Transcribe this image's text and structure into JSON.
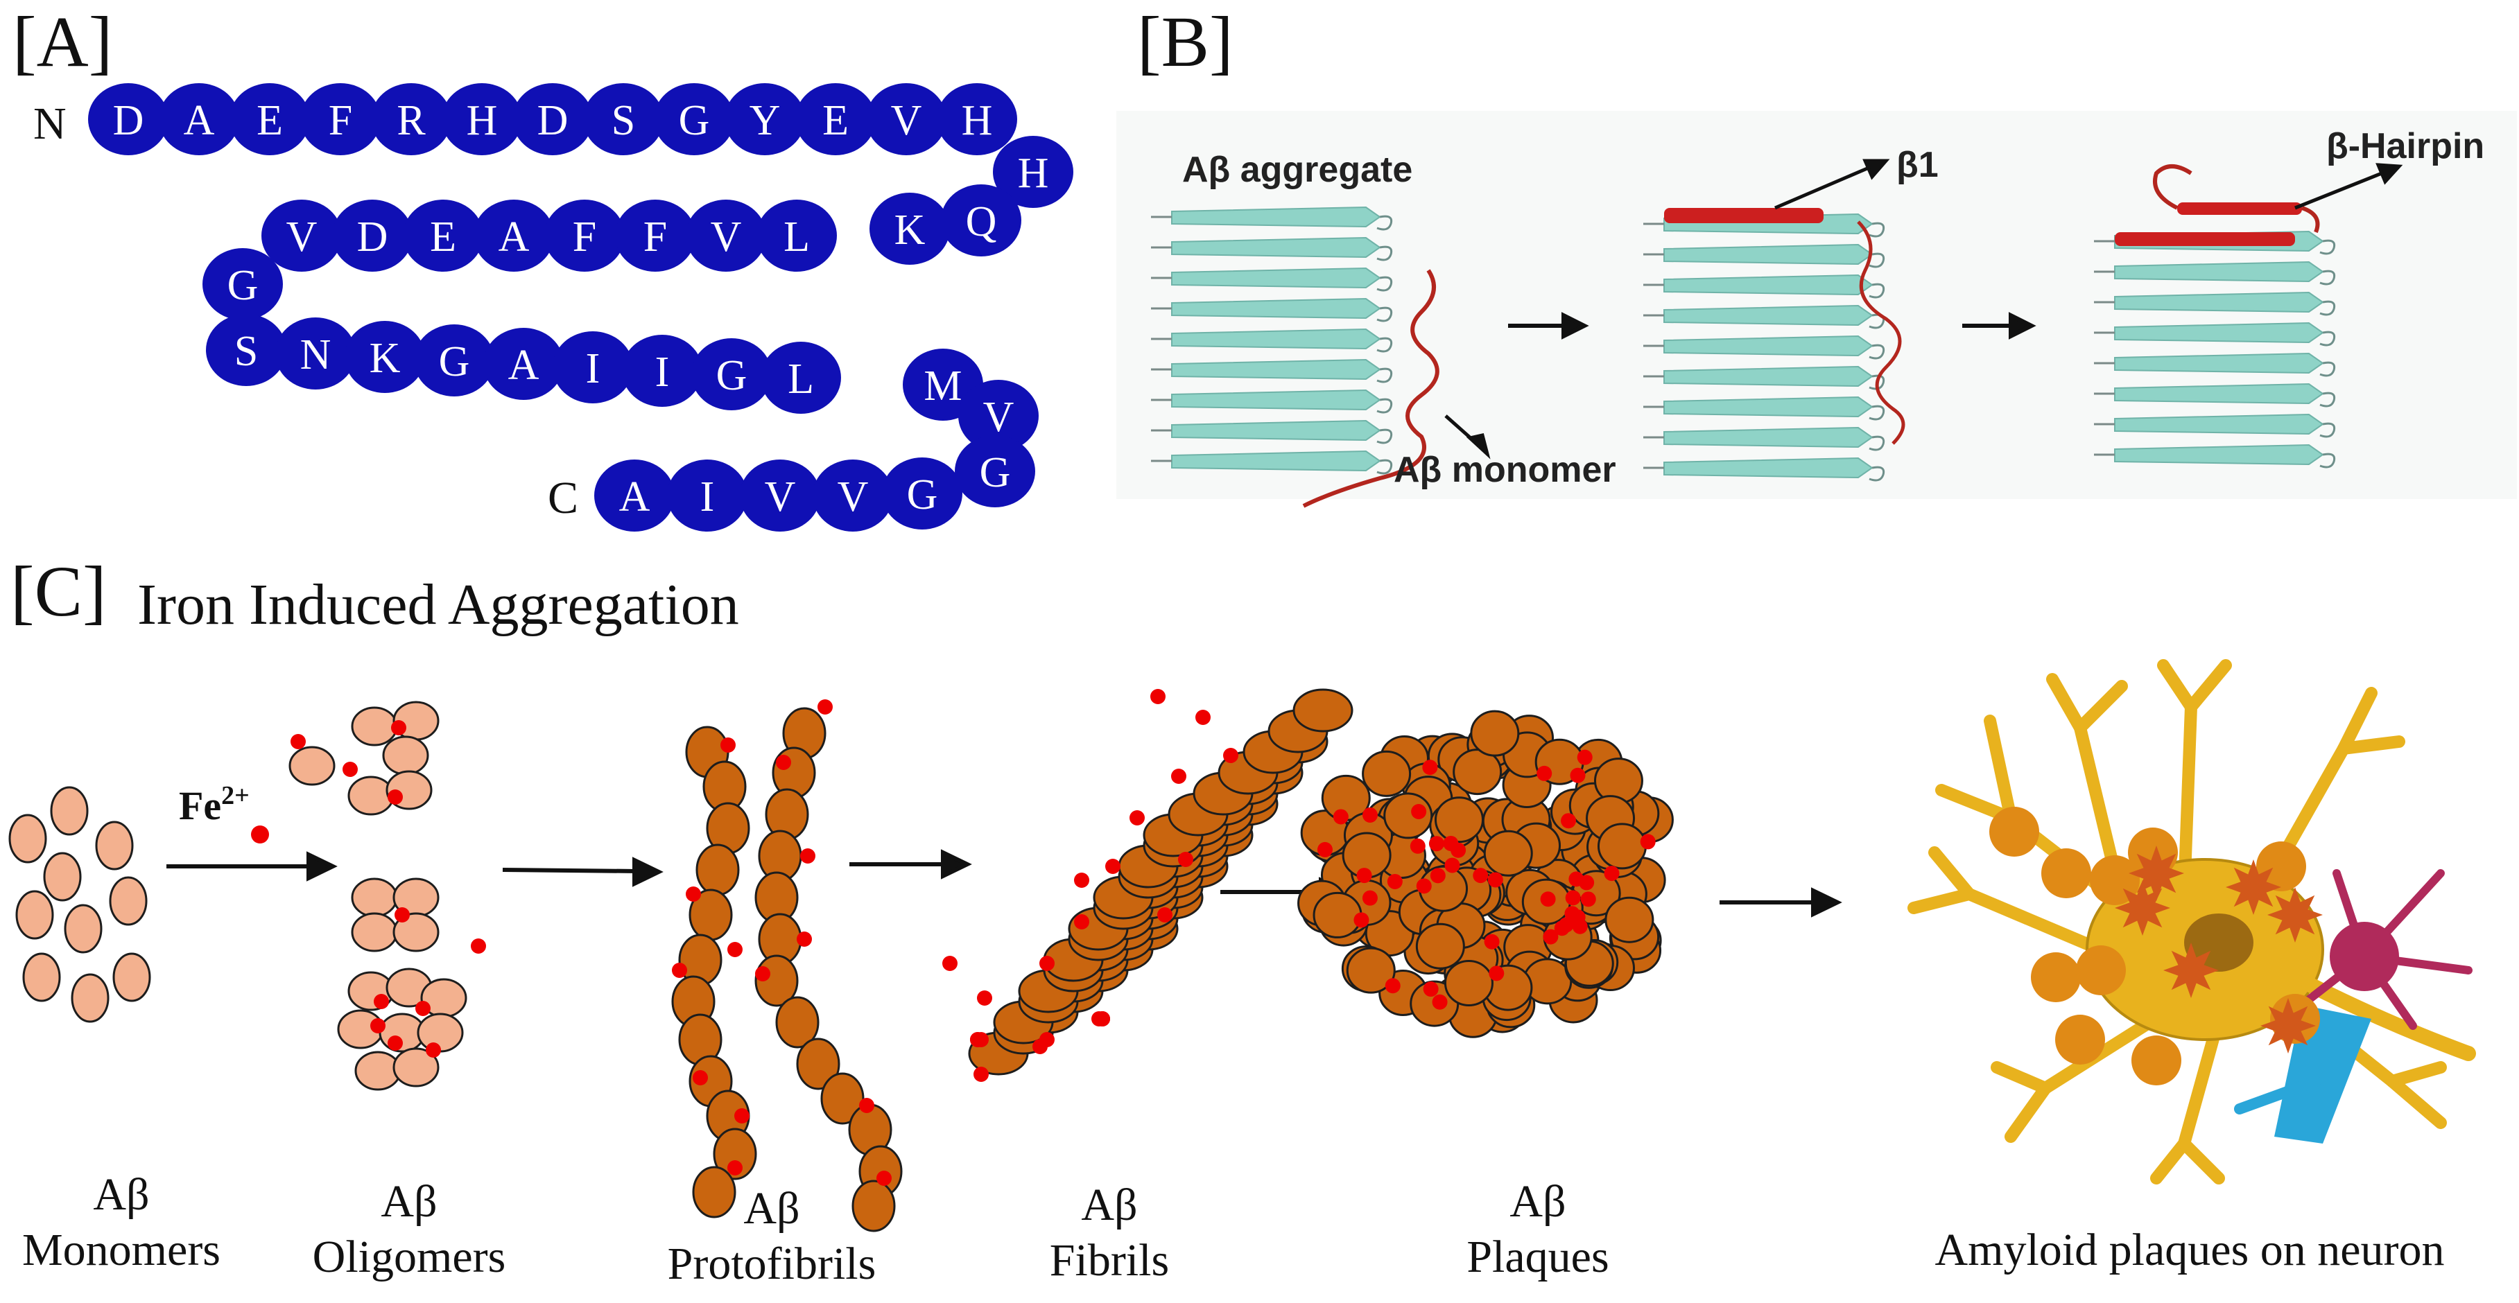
{
  "panels": {
    "a": {
      "label": "[A]",
      "n_terminus": "N",
      "c_terminus": "C",
      "sequence_rows": [
        [
          "D",
          "A",
          "E",
          "F",
          "R",
          "H",
          "D",
          "S",
          "G",
          "Y",
          "E",
          "V",
          "H"
        ],
        [
          "H"
        ],
        [
          "V",
          "D",
          "E",
          "A",
          "F",
          "F",
          "V",
          "L",
          "K",
          "Q"
        ],
        [
          "G"
        ],
        [
          "S",
          "N",
          "K",
          "G",
          "A",
          "I",
          "I",
          "G",
          "L",
          "M"
        ],
        [
          "V"
        ],
        [
          "A",
          "I",
          "V",
          "V",
          "G",
          "G"
        ]
      ],
      "bead_color": "#1010b4"
    },
    "b": {
      "label": "[B]",
      "aggregate_label": "Aβ aggregate",
      "beta1_label": "β1",
      "hairpin_label": "β-Hairpin",
      "monomer_label": "Aβ monomer",
      "strand_color": "#8fd3c7",
      "highlight_color": "#cc1f1f"
    },
    "c": {
      "label": "[C]",
      "title": "Iron Induced Aggregation",
      "fe_label_base": "Fe",
      "fe_label_sup": "2+",
      "stages": [
        {
          "line1": "Aβ",
          "line2": "Monomers"
        },
        {
          "line1": "Aβ",
          "line2": "Oligomers"
        },
        {
          "line1": "Aβ",
          "line2": "Protofibrils"
        },
        {
          "line1": "Aβ",
          "line2": "Fibrils"
        },
        {
          "line1": "Aβ",
          "line2": "Plaques"
        }
      ],
      "neuron_label": "Amyloid plaques on neuron",
      "colors": {
        "monomer_fill": "#f3b18f",
        "aggregate_fill": "#c9650f",
        "iron": "#ee0000",
        "neuron": "#e8b21e",
        "microglia": "#b02a5b",
        "astrocyte": "#2aa6d9"
      }
    }
  }
}
